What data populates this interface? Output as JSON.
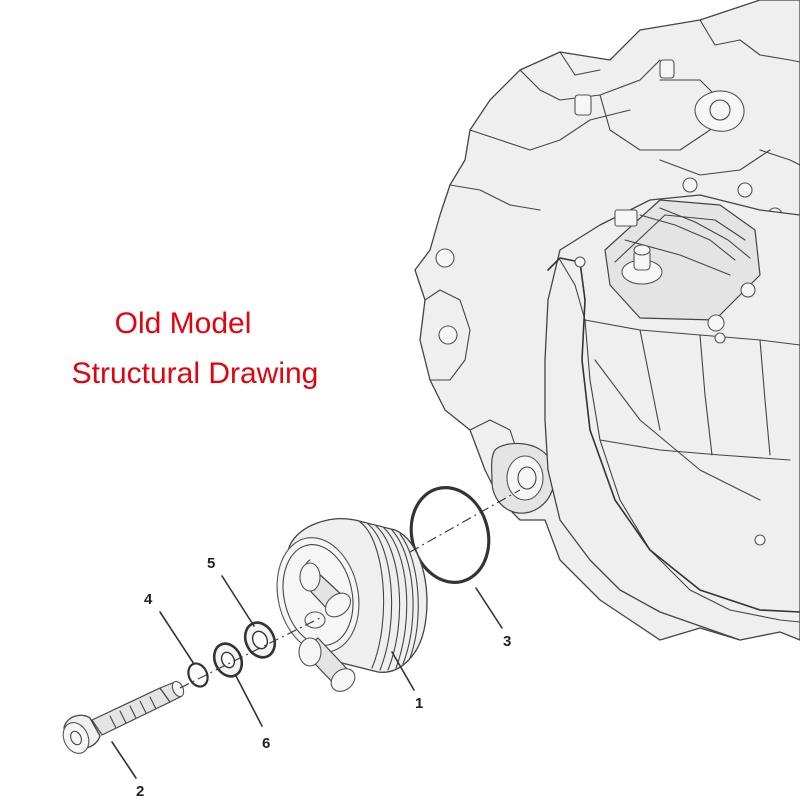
{
  "caption": {
    "line1": "Old Model",
    "line2": "Structural Drawing",
    "color": "#e8000b"
  },
  "callouts": {
    "part_1": "1",
    "part_2": "2",
    "part_3": "3",
    "part_4": "4",
    "part_5": "5",
    "part_6": "6"
  }
}
